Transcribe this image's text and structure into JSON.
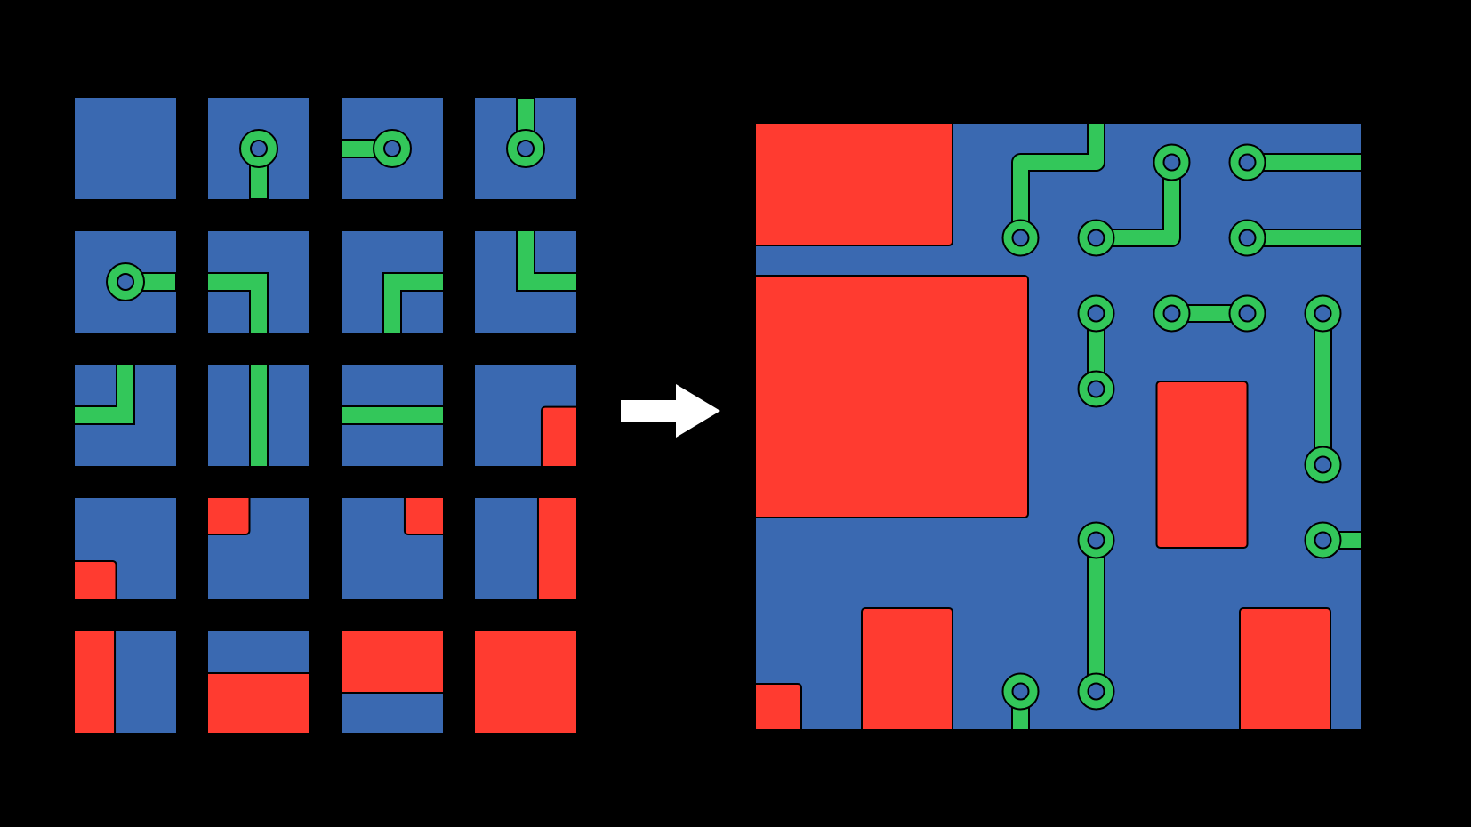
{
  "colors": {
    "background": "#000000",
    "board": "#3a69b1",
    "trace": "#33c75a",
    "block": "#ff3b30",
    "arrow": "#ffffff",
    "outline": "#000000"
  },
  "tile_set": {
    "columns": 4,
    "rows": 5,
    "tiles": [
      {
        "id": "blank",
        "features": []
      },
      {
        "id": "pad-stub-down",
        "features": [
          "pad",
          "trace-south"
        ]
      },
      {
        "id": "pad-stub-left",
        "features": [
          "pad",
          "trace-west"
        ]
      },
      {
        "id": "pad-stub-up",
        "features": [
          "pad",
          "trace-north"
        ]
      },
      {
        "id": "pad-stub-right",
        "features": [
          "pad",
          "trace-east"
        ]
      },
      {
        "id": "trace-corner-west-south",
        "features": [
          "trace-west",
          "trace-south"
        ]
      },
      {
        "id": "trace-corner-east-south",
        "features": [
          "trace-east",
          "trace-south"
        ]
      },
      {
        "id": "trace-corner-north-east",
        "features": [
          "trace-north",
          "trace-east"
        ]
      },
      {
        "id": "trace-corner-north-west",
        "features": [
          "trace-north",
          "trace-west"
        ]
      },
      {
        "id": "trace-vertical",
        "features": [
          "trace-north",
          "trace-south"
        ]
      },
      {
        "id": "trace-horizontal",
        "features": [
          "trace-west",
          "trace-east"
        ]
      },
      {
        "id": "block-corner-south-east",
        "features": [
          "block-se"
        ]
      },
      {
        "id": "block-corner-south-west",
        "features": [
          "block-sw"
        ]
      },
      {
        "id": "block-corner-north-west",
        "features": [
          "block-nw"
        ]
      },
      {
        "id": "block-corner-north-east",
        "features": [
          "block-ne"
        ]
      },
      {
        "id": "block-edge-east",
        "features": [
          "block-east"
        ]
      },
      {
        "id": "block-edge-west",
        "features": [
          "block-west"
        ]
      },
      {
        "id": "block-edge-south",
        "features": [
          "block-south"
        ]
      },
      {
        "id": "block-edge-north",
        "features": [
          "block-north"
        ]
      },
      {
        "id": "block-full",
        "features": [
          "block-full"
        ]
      }
    ]
  },
  "arrow": {
    "direction": "right"
  },
  "generated_board": {
    "grid_columns": 8,
    "grid_rows": 8,
    "blocks": [
      {
        "id": "block-top-left",
        "col": 0,
        "row": 0,
        "cols": 2.6,
        "rows": 1.6
      },
      {
        "id": "block-large",
        "col": 0,
        "row": 2,
        "cols": 3.6,
        "rows": 3.2
      },
      {
        "id": "block-right-middle",
        "col": 5.3,
        "row": 3.4,
        "cols": 1.2,
        "rows": 2.2
      },
      {
        "id": "block-bottom-left-small",
        "col": 0,
        "row": 7.4,
        "cols": 0.6,
        "rows": 0.6
      },
      {
        "id": "block-bottom-mid",
        "col": 1.4,
        "row": 6.4,
        "cols": 1.2,
        "rows": 1.6
      },
      {
        "id": "block-bottom-right",
        "col": 6.4,
        "row": 6.4,
        "cols": 1.2,
        "rows": 1.6
      }
    ],
    "pads": [
      {
        "id": "pad-a",
        "c": 3.5,
        "r": 1.5
      },
      {
        "id": "pad-b",
        "c": 4.5,
        "r": 1.5
      },
      {
        "id": "pad-c",
        "c": 5.5,
        "r": 0.5
      },
      {
        "id": "pad-d",
        "c": 6.5,
        "r": 0.5
      },
      {
        "id": "pad-e",
        "c": 6.5,
        "r": 1.5
      },
      {
        "id": "pad-f",
        "c": 4.5,
        "r": 2.5
      },
      {
        "id": "pad-g",
        "c": 4.5,
        "r": 3.5
      },
      {
        "id": "pad-h",
        "c": 5.5,
        "r": 2.5
      },
      {
        "id": "pad-i",
        "c": 6.5,
        "r": 2.5
      },
      {
        "id": "pad-j",
        "c": 7.5,
        "r": 2.5
      },
      {
        "id": "pad-k",
        "c": 7.5,
        "r": 4.5
      },
      {
        "id": "pad-l",
        "c": 7.5,
        "r": 5.5
      },
      {
        "id": "pad-m",
        "c": 4.5,
        "r": 5.5
      },
      {
        "id": "pad-n",
        "c": 4.5,
        "r": 7.5
      },
      {
        "id": "pad-o",
        "c": 3.5,
        "r": 7.5
      }
    ],
    "traces": [
      {
        "id": "trace-1",
        "points": [
          [
            3.5,
            1.5
          ],
          [
            3.5,
            0.5
          ],
          [
            4.5,
            0.5
          ],
          [
            4.5,
            0
          ]
        ]
      },
      {
        "id": "trace-2",
        "points": [
          [
            4.5,
            1.5
          ],
          [
            5.5,
            1.5
          ],
          [
            5.5,
            0.5
          ]
        ]
      },
      {
        "id": "trace-3",
        "points": [
          [
            6.5,
            0.5
          ],
          [
            8,
            0.5
          ]
        ]
      },
      {
        "id": "trace-4",
        "points": [
          [
            6.5,
            1.5
          ],
          [
            8,
            1.5
          ]
        ]
      },
      {
        "id": "trace-5",
        "points": [
          [
            4.5,
            2.5
          ],
          [
            4.5,
            3.5
          ]
        ]
      },
      {
        "id": "trace-6",
        "points": [
          [
            5.5,
            2.5
          ],
          [
            6.5,
            2.5
          ]
        ]
      },
      {
        "id": "trace-7",
        "points": [
          [
            7.5,
            2.5
          ],
          [
            7.5,
            4.5
          ]
        ]
      },
      {
        "id": "trace-8",
        "points": [
          [
            7.5,
            5.5
          ],
          [
            8,
            5.5
          ]
        ]
      },
      {
        "id": "trace-9",
        "points": [
          [
            4.5,
            5.5
          ],
          [
            4.5,
            7.5
          ]
        ]
      },
      {
        "id": "trace-10",
        "points": [
          [
            3.5,
            7.5
          ],
          [
            3.5,
            8
          ]
        ]
      }
    ]
  }
}
